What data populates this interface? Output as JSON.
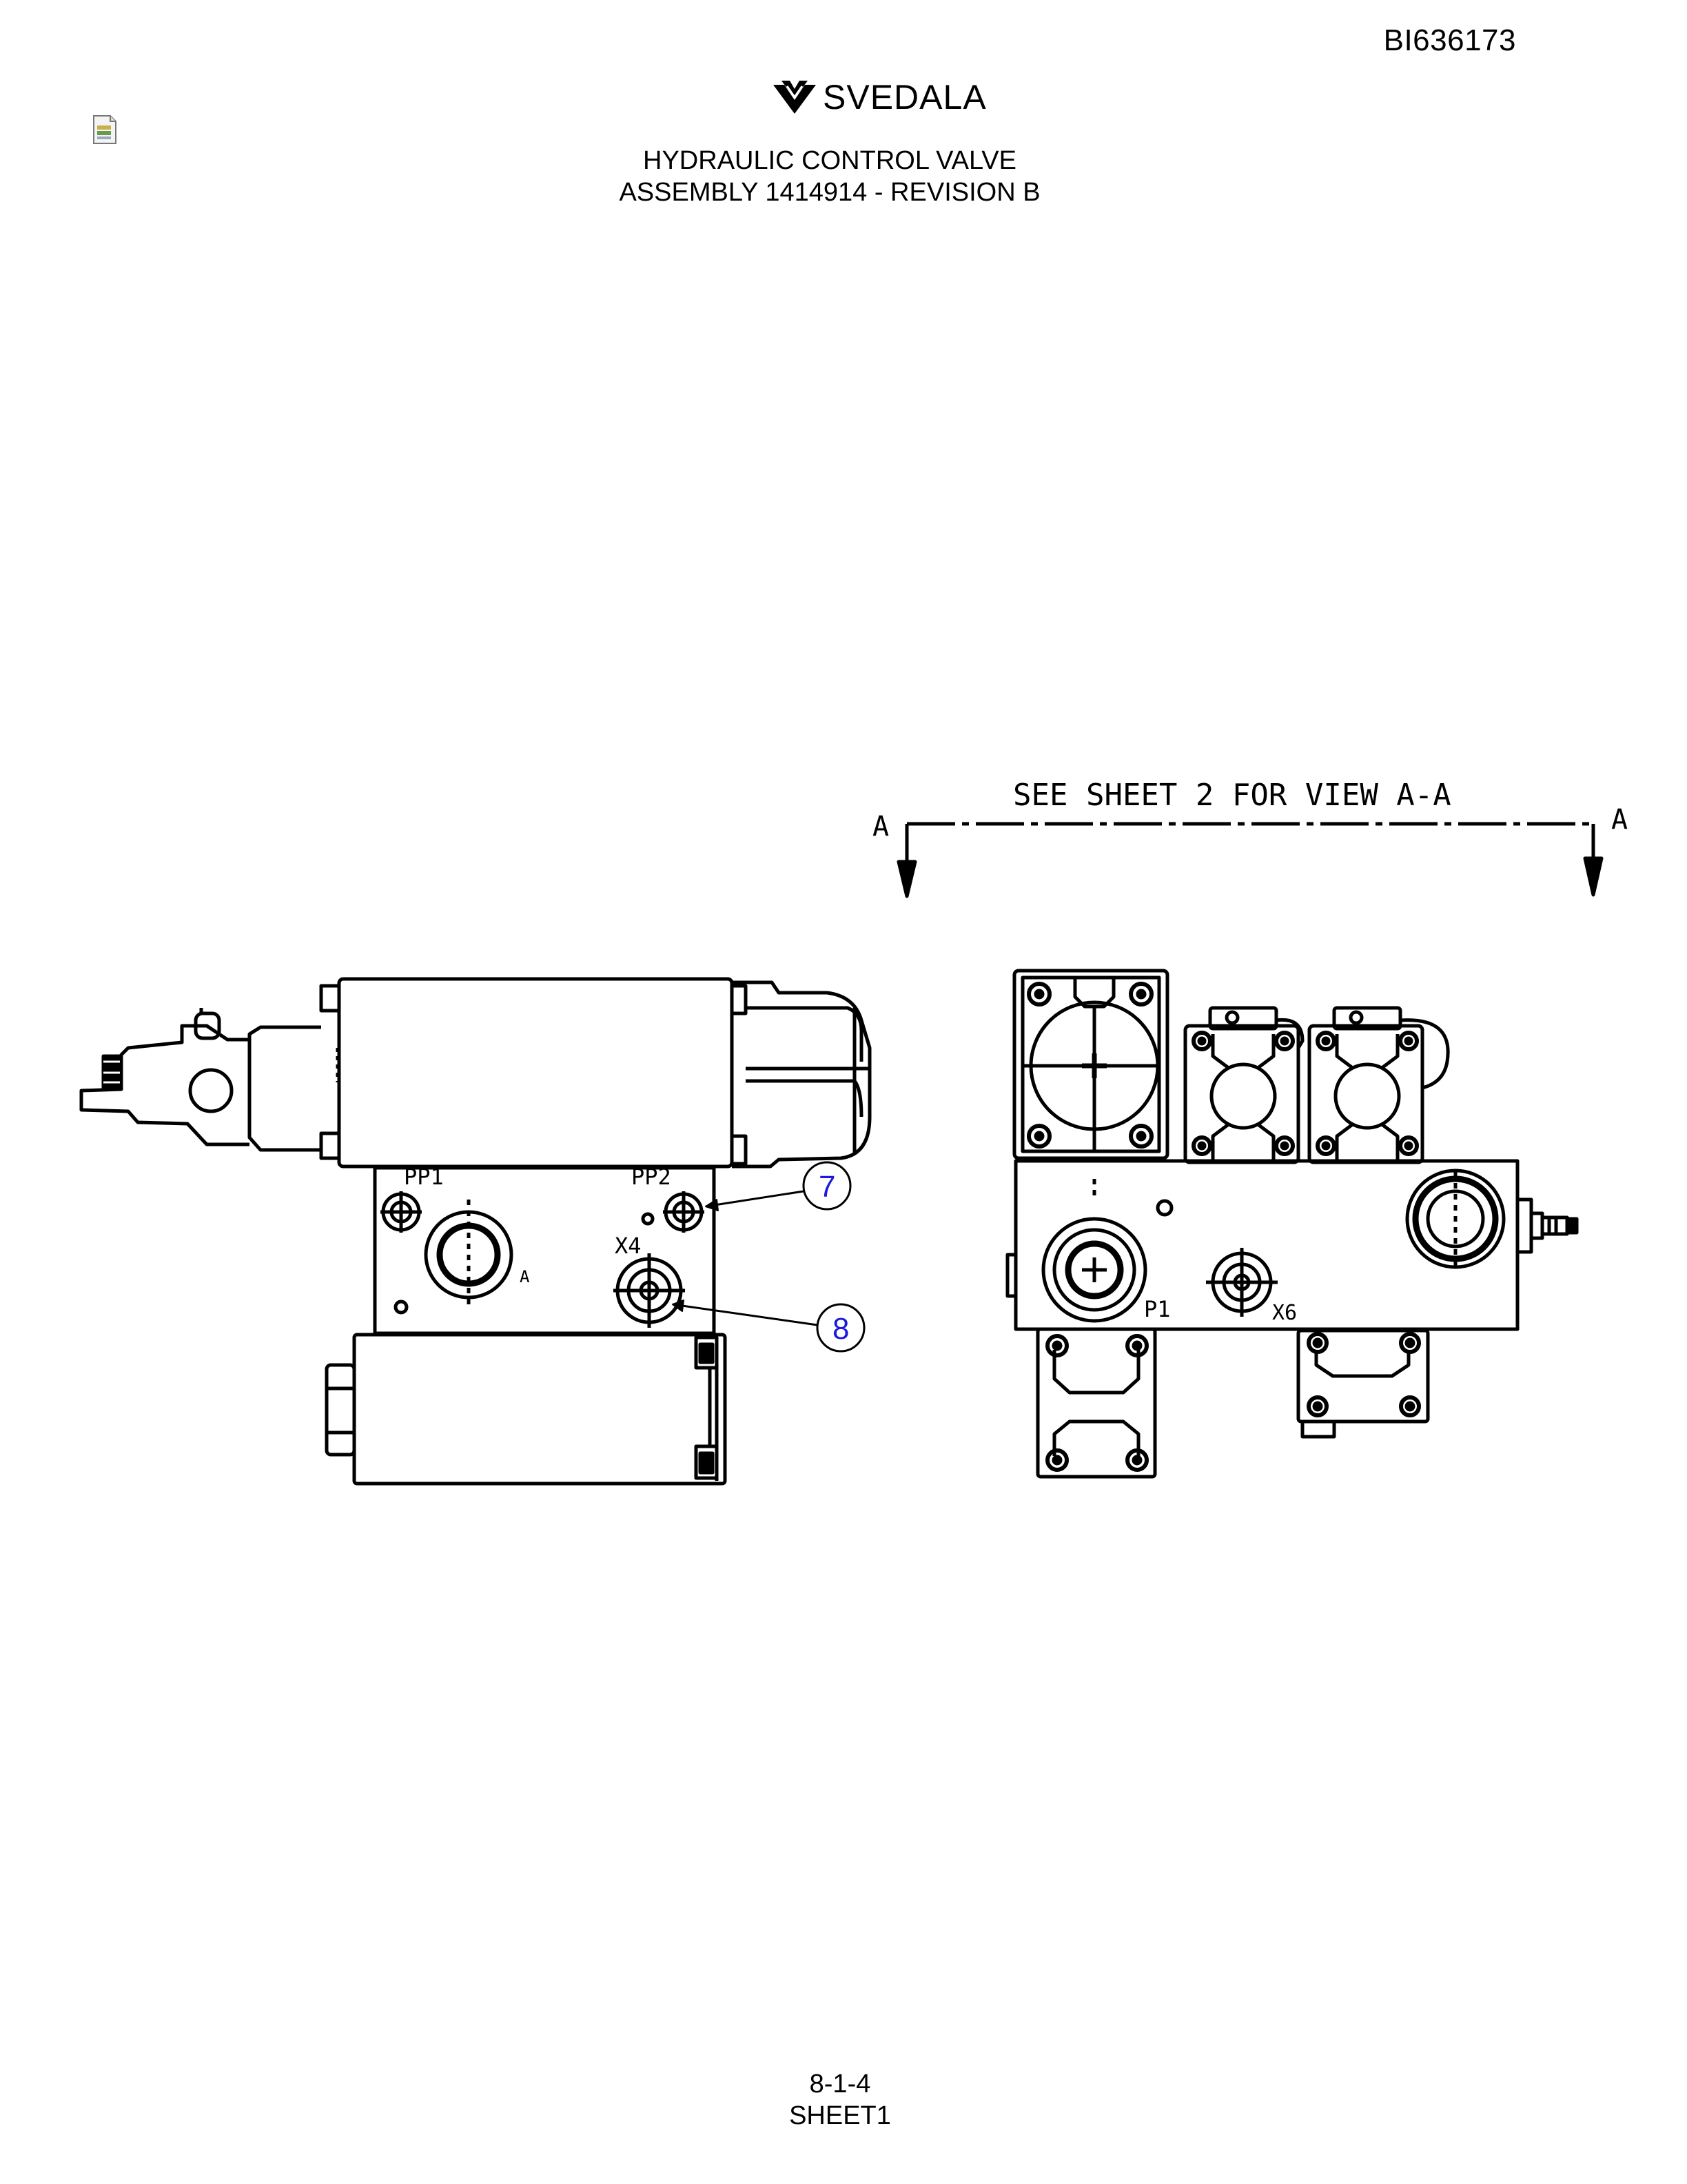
{
  "header": {
    "doc_id": "BI636173",
    "logo_text": "SVEDALA",
    "logo_mark": "svedala-chevron-logo"
  },
  "title": {
    "line1": "HYDRAULIC CONTROL VALVE",
    "line2": "ASSEMBLY 1414914 - REVISION B"
  },
  "drawing": {
    "view_note": "SEE SHEET 2 FOR VIEW A-A",
    "section_left": "A",
    "section_right": "A",
    "labels": {
      "pp1": "PP1",
      "pp2": "PP2",
      "a_port": "A",
      "x4": "X4",
      "p1": "P1",
      "x6": "X6"
    },
    "balloons": [
      "7",
      "8"
    ],
    "colors": {
      "line": "#000000",
      "balloon_text": "#1a1adc"
    }
  },
  "footer": {
    "page": "8-1-4",
    "sheet": "SHEET1"
  }
}
